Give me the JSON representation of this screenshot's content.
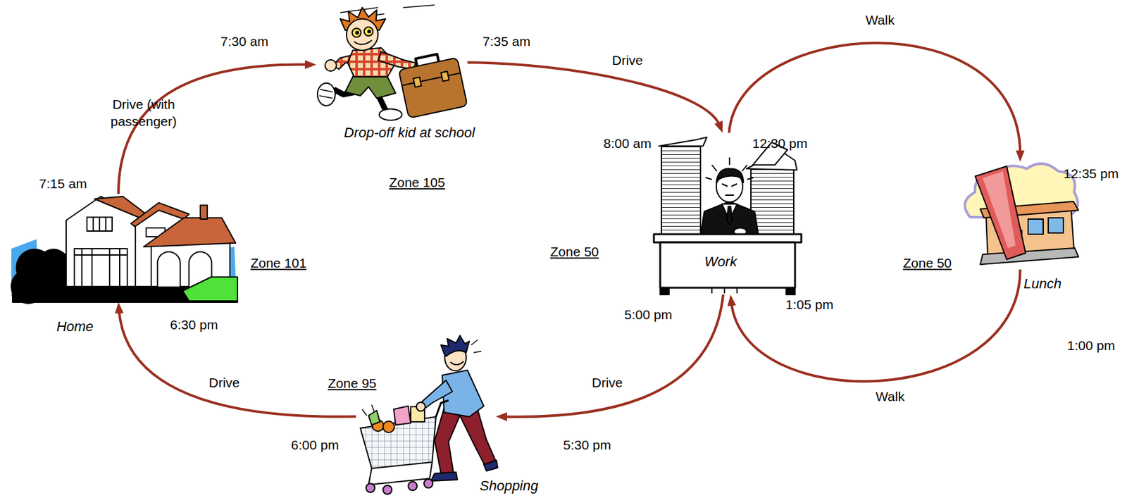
{
  "diagram": {
    "nodes": [
      {
        "text": [
          "Home"
        ]
      },
      {
        "text": [
          "Drop-off kid at school"
        ]
      },
      {
        "text": [
          "Work"
        ]
      },
      {
        "text": [
          "Lunch"
        ]
      },
      {
        "text": [
          "Shopping"
        ]
      }
    ],
    "edges": [
      {
        "from": 0,
        "to": 1,
        "arrow": "to",
        "label": "Drive (with passenger)"
      },
      {
        "from": 1,
        "to": 2,
        "arrow": "to",
        "label": "Drive"
      },
      {
        "from": 2,
        "to": 3,
        "arrow": "to",
        "label": "Walk"
      },
      {
        "from": 3,
        "to": 2,
        "arrow": "to",
        "label": "Walk"
      },
      {
        "from": 2,
        "to": 4,
        "arrow": "to",
        "label": "Drive"
      },
      {
        "from": 4,
        "to": 0,
        "arrow": "to",
        "label": "Drive"
      }
    ],
    "labels": [
      "7:15 am",
      "7:30 am",
      "7:35 am",
      "8:00 am",
      "12:30 pm",
      "12:35 pm",
      "1:00 pm",
      "1:05 pm",
      "5:00 pm",
      "5:30 pm",
      "6:00 pm",
      "6:30 pm",
      "Zone 105",
      "Zone 101",
      "Zone 50",
      "Zone 50",
      "Zone 95"
    ]
  }
}
